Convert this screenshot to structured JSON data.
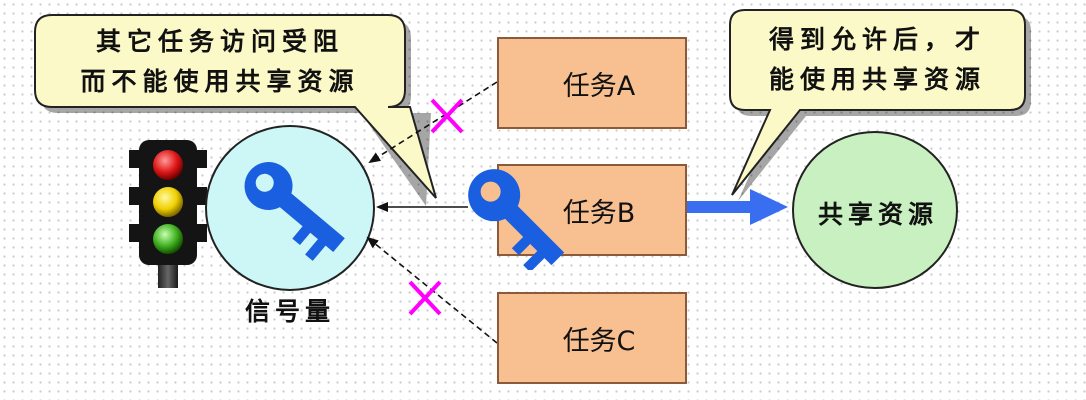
{
  "callouts": {
    "blocked": {
      "line1": "其它任务访问受阻",
      "line2": "而不能使用共享资源"
    },
    "allowed": {
      "line1": "得到允许后，才",
      "line2": "能使用共享资源"
    }
  },
  "tasks": {
    "a": "任务A",
    "b": "任务B",
    "c": "任务C"
  },
  "semaphore_label": "信号量",
  "shared_resource_label": "共享资源",
  "colors": {
    "task_fill": "#f8c090",
    "callout_fill": "#fcf9c8",
    "semaphore_fill": "#cdf7f7",
    "resource_fill": "#c8f0c0",
    "key": "#1a5fe0",
    "arrow": "#3a6ef0",
    "cross": "#ff00ff"
  },
  "icons": {
    "traffic_light": "traffic-light-icon",
    "key": "key-icon",
    "blocked": "cross-mark-icon"
  }
}
